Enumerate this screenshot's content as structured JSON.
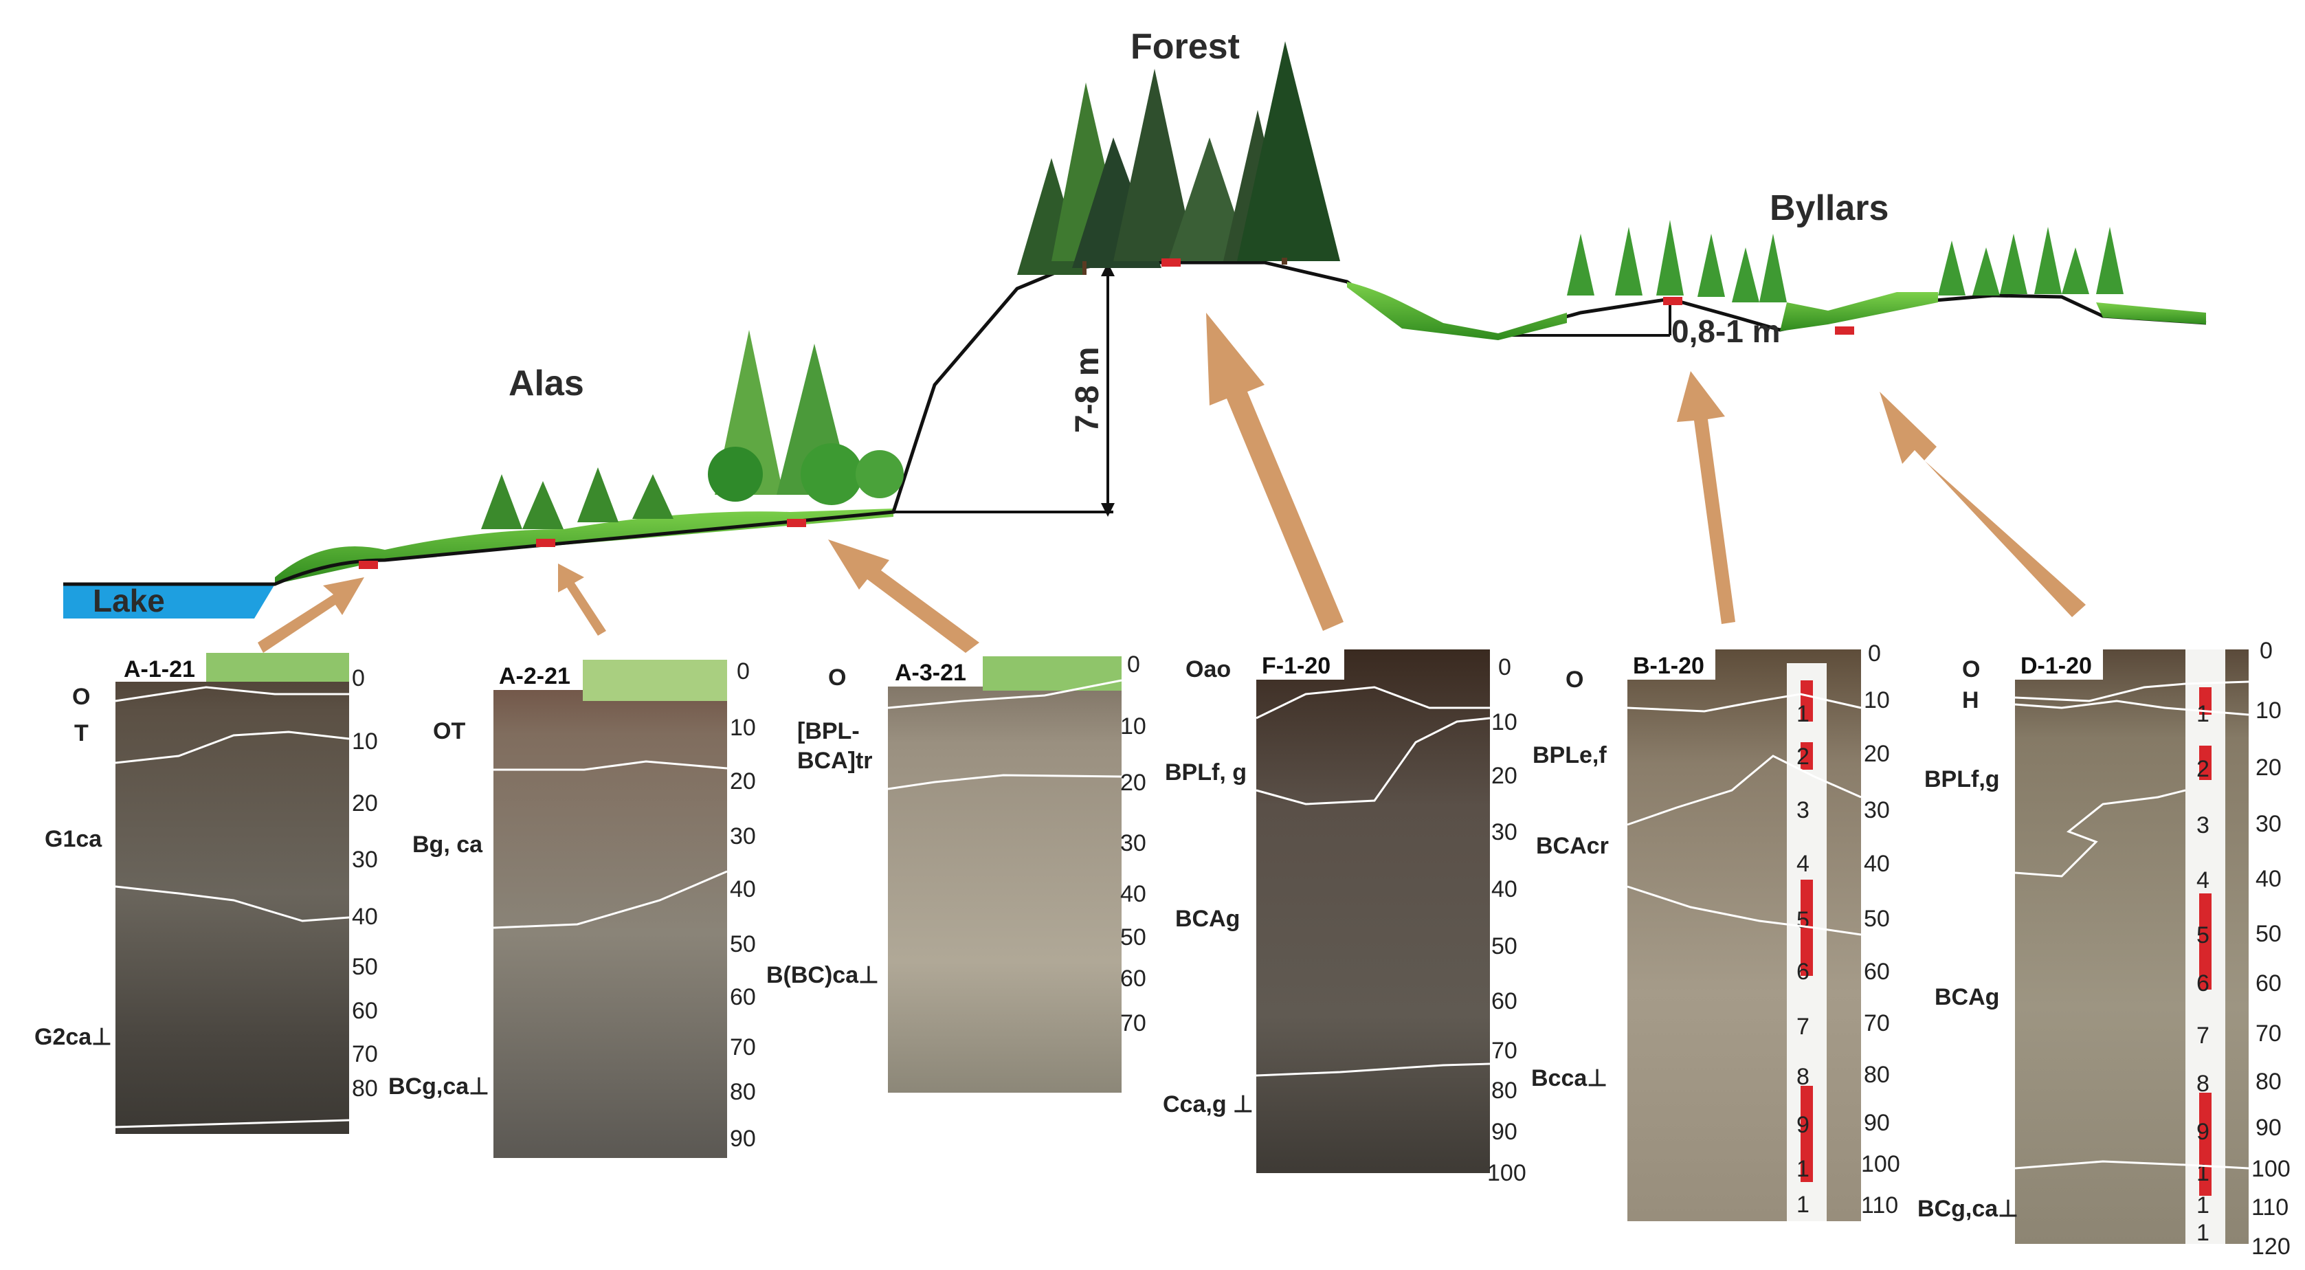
{
  "landscape": {
    "alas_label": "Alas",
    "forest_label": "Forest",
    "byllars_label": "Byllars",
    "lake_label": "Lake",
    "height_forest": "7-8 m",
    "height_byllar": "0,8-1 m"
  },
  "colors": {
    "lake": "#1e9fe0",
    "arrow": "#d29a68",
    "marker": "#d8262b",
    "grass": "#4caa2a",
    "horizon_line": "#ffffff"
  },
  "profiles": [
    {
      "id": "A-1-21",
      "ticks": [
        "0",
        "10",
        "20",
        "30",
        "40",
        "50",
        "60",
        "70",
        "80"
      ],
      "horizons": [
        "O",
        "T",
        "G1ca",
        "G2ca⊥"
      ]
    },
    {
      "id": "A-2-21",
      "ticks": [
        "0",
        "10",
        "20",
        "30",
        "40",
        "50",
        "60",
        "70",
        "80",
        "90"
      ],
      "horizons": [
        "OT",
        "Bg, ca",
        "BCg,ca⊥"
      ]
    },
    {
      "id": "A-3-21",
      "ticks": [
        "0",
        "10",
        "20",
        "30",
        "40",
        "50",
        "60",
        "70"
      ],
      "horizons": [
        "O",
        "[BPL-",
        "BCA]tr",
        "B(BC)ca⊥"
      ]
    },
    {
      "id": "F-1-20",
      "ticks": [
        "0",
        "10",
        "20",
        "30",
        "40",
        "50",
        "60",
        "70",
        "80",
        "90",
        "100"
      ],
      "horizons": [
        "Oao",
        "BPLf, g",
        "BCAg",
        "Cca,g ⊥"
      ]
    },
    {
      "id": "B-1-20",
      "ticks": [
        "0",
        "10",
        "20",
        "30",
        "40",
        "50",
        "60",
        "70",
        "80",
        "90",
        "100",
        "110"
      ],
      "horizons": [
        "O",
        "BPLe,f",
        "BCAcr",
        "Bcca⊥"
      ]
    },
    {
      "id": "D-1-20",
      "ticks": [
        "0",
        "10",
        "20",
        "30",
        "40",
        "50",
        "60",
        "70",
        "80",
        "90",
        "100",
        "110",
        "120"
      ],
      "horizons": [
        "O",
        "H",
        "BPLf,g",
        "BCAg",
        "BCg,ca⊥"
      ]
    }
  ],
  "ruler_b": [
    "1",
    "2",
    "3",
    "4",
    "5",
    "6",
    "7",
    "8",
    "9",
    "1",
    "1"
  ],
  "ruler_d": [
    "1",
    "2",
    "3",
    "4",
    "5",
    "6",
    "7",
    "8",
    "9",
    "1",
    "1",
    "1"
  ]
}
